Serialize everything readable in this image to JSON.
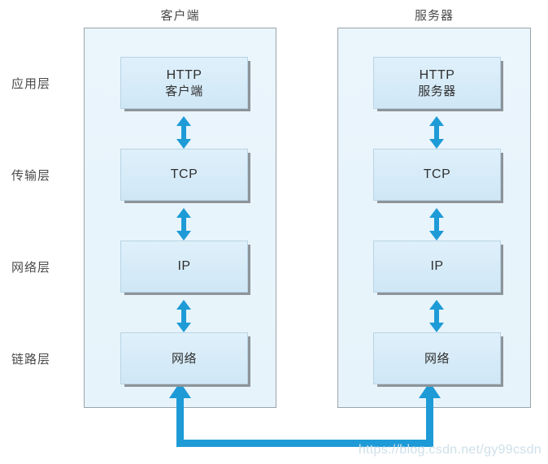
{
  "diagram": {
    "title_client": "客户端",
    "title_server": "服务器",
    "watermark": "https://blog.csdn.net/gy99csdn",
    "colors": {
      "arrow_blue": "#1e9bd7",
      "host_fill": "#e8f4fb",
      "host_border": "#9aa4ab",
      "proto_fill_top": "#dff0fa",
      "proto_fill_bottom": "#cfe7f6",
      "proto_shadow": "#8d9499",
      "text": "#2f2f2f",
      "label_text": "#4a4a4a",
      "watermark": "#cfe0ea"
    },
    "layers": [
      {
        "label": "应用层"
      },
      {
        "label": "传输层"
      },
      {
        "label": "网络层"
      },
      {
        "label": "链路层"
      }
    ],
    "client_stack": [
      {
        "line1": "HTTP",
        "line2": "客户端"
      },
      {
        "line1": "TCP",
        "line2": ""
      },
      {
        "line1": "IP",
        "line2": ""
      },
      {
        "line1": "网络",
        "line2": ""
      }
    ],
    "server_stack": [
      {
        "line1": "HTTP",
        "line2": "服务器"
      },
      {
        "line1": "TCP",
        "line2": ""
      },
      {
        "line1": "IP",
        "line2": ""
      },
      {
        "line1": "网络",
        "line2": ""
      }
    ],
    "connectors": {
      "client_internal": [
        "应用层-传输层",
        "传输层-网络层",
        "网络层-链路层"
      ],
      "server_internal": [
        "应用层-传输层",
        "传输层-网络层",
        "网络层-链路层"
      ],
      "physical_link": "客户端网络 <-> 服务器网络"
    }
  }
}
